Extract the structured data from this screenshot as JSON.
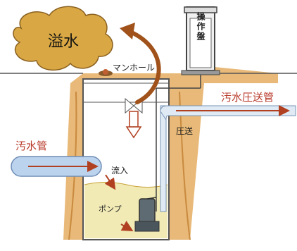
{
  "labels": {
    "overflow": "溢水",
    "manhole": "マンホール",
    "control_panel": "操作盤",
    "pressure_main": "汚水圧送管",
    "pressure_feed": "圧送",
    "sewer_pipe": "汚水管",
    "inflow": "流入",
    "pump": "ポンプ"
  },
  "colors": {
    "soil": "#e8b978",
    "soil_dark": "#c98a3f",
    "overflow_cloud": "#d9a844",
    "arrow_brown": "#a0521a",
    "pipe_blue": "#bcd3ee",
    "arrow_red": "#b04020"
  }
}
